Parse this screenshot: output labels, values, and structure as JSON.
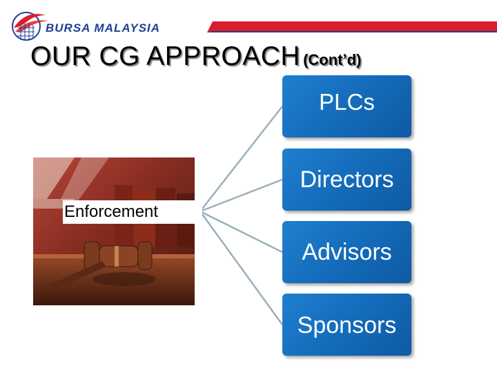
{
  "header": {
    "brand_text": "BURSA MALAYSIA",
    "brand_color": "#1f3f95",
    "accent_color": "#d81e2a"
  },
  "slide": {
    "title_main": "OUR CG APPROACH",
    "title_sub": "(Cont’d)"
  },
  "diagram": {
    "root": {
      "label": "Enforcement",
      "image": "gavel-photo"
    },
    "nodes": [
      {
        "label": "PLCs"
      },
      {
        "label": "Directors"
      },
      {
        "label": "Advisors"
      },
      {
        "label": "Sponsors"
      }
    ],
    "node_color": "#136ab8",
    "connector_color": "#9ab0b8"
  }
}
